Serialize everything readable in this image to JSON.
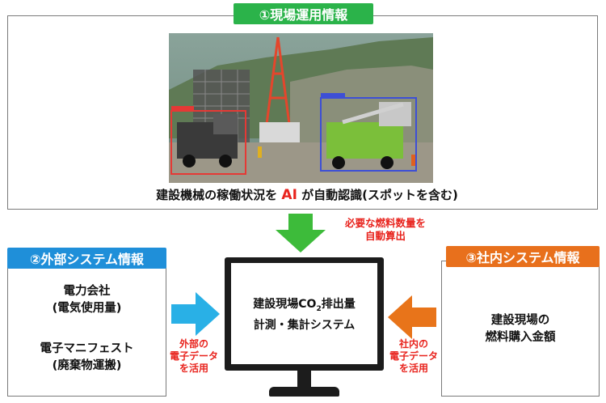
{
  "top_section": {
    "tag": "①現場運用情報",
    "caption_pre": "建設機械の稼働状況を",
    "caption_ai": "AI",
    "caption_post": "が自動認識(スポットを含む)"
  },
  "fuel_note": {
    "line1": "必要な燃料数量を",
    "line2": "自動算出"
  },
  "left_section": {
    "tag": "②外部システム情報",
    "item1_line1": "電力会社",
    "item1_line2": "(電気使用量)",
    "item2_line1": "電子マニフェスト",
    "item2_line2": "(廃棄物運搬)"
  },
  "right_section": {
    "tag": "③社内システム情報",
    "line1": "建設現場の",
    "line2": "燃料購入金額"
  },
  "left_arrow_note": {
    "line1": "外部の",
    "line2": "電子データ",
    "line3": "を活用"
  },
  "right_arrow_note": {
    "line1": "社内の",
    "line2": "電子データ",
    "line3": "を活用"
  },
  "monitor": {
    "line1_pre": "建設現場CO",
    "line1_sub": "2",
    "line1_post": "排出量",
    "line2": "計測・集計システム"
  },
  "colors": {
    "green_tag": "#2bb34a",
    "blue_tag": "#1f8fd9",
    "orange_tag": "#e8701c",
    "green_arrow": "#3dbb3a",
    "blue_arrow": "#29b0e6",
    "orange_arrow": "#e8741a",
    "red_text": "#e8231d"
  },
  "photo": {
    "description_icon": "construction-site-photo"
  }
}
